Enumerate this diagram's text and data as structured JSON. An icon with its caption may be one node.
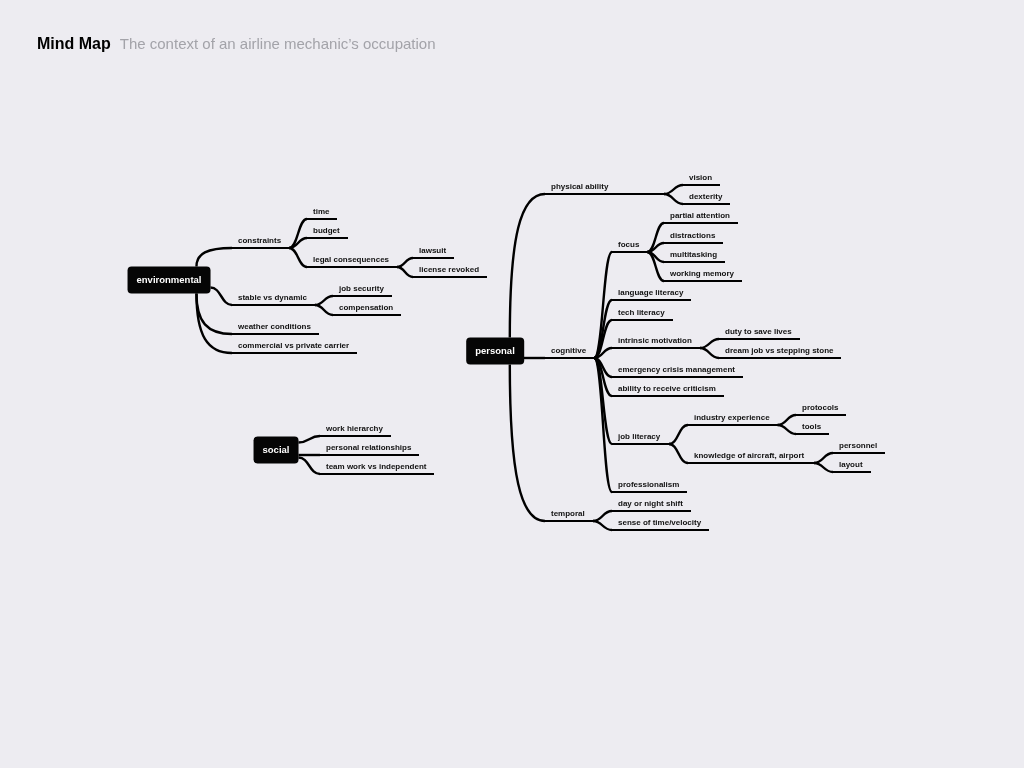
{
  "diagram": {
    "title": "Mind Map",
    "caption": "The context of an airline mechanic’s occupation",
    "nodes": [
      {
        "text": [
          "environmental"
        ]
      },
      {
        "text": [
          "constraints"
        ]
      },
      {
        "text": [
          "time"
        ]
      },
      {
        "text": [
          "budget"
        ]
      },
      {
        "text": [
          "legal consequences"
        ]
      },
      {
        "text": [
          "lawsuit"
        ]
      },
      {
        "text": [
          "license revoked"
        ]
      },
      {
        "text": [
          "stable vs dynamic"
        ]
      },
      {
        "text": [
          "job security"
        ]
      },
      {
        "text": [
          "compensation"
        ]
      },
      {
        "text": [
          "weather conditions"
        ]
      },
      {
        "text": [
          "commercial vs private carrier"
        ]
      },
      {
        "text": [
          "social"
        ]
      },
      {
        "text": [
          "work hierarchy"
        ]
      },
      {
        "text": [
          "personal relationships"
        ]
      },
      {
        "text": [
          "team work vs independent"
        ]
      },
      {
        "text": [
          "personal"
        ]
      },
      {
        "text": [
          "physical ability"
        ]
      },
      {
        "text": [
          "vision"
        ]
      },
      {
        "text": [
          "dexterity"
        ]
      },
      {
        "text": [
          "cognitive"
        ]
      },
      {
        "text": [
          "focus"
        ]
      },
      {
        "text": [
          "partial attention"
        ]
      },
      {
        "text": [
          "distractions"
        ]
      },
      {
        "text": [
          "multitasking"
        ]
      },
      {
        "text": [
          "working memory"
        ]
      },
      {
        "text": [
          "language literacy"
        ]
      },
      {
        "text": [
          "tech literacy"
        ]
      },
      {
        "text": [
          "intrinsic motivation"
        ]
      },
      {
        "text": [
          "duty to save lives"
        ]
      },
      {
        "text": [
          "dream job vs stepping stone"
        ]
      },
      {
        "text": [
          "emergency crisis management"
        ]
      },
      {
        "text": [
          "ability to receive criticism"
        ]
      },
      {
        "text": [
          "job literacy"
        ]
      },
      {
        "text": [
          "industry experience"
        ]
      },
      {
        "text": [
          "protocols"
        ]
      },
      {
        "text": [
          "tools"
        ]
      },
      {
        "text": [
          "knowledge of aircraft, airport"
        ]
      },
      {
        "text": [
          "personnel"
        ]
      },
      {
        "text": [
          "layout"
        ]
      },
      {
        "text": [
          "professionalism"
        ]
      },
      {
        "text": [
          "temporal"
        ]
      },
      {
        "text": [
          "day or night shift"
        ]
      },
      {
        "text": [
          "sense of time/velocity"
        ]
      }
    ],
    "edges": [
      {
        "from": 0,
        "to": 1,
        "arrow": "none"
      },
      {
        "from": 1,
        "to": 2,
        "arrow": "none"
      },
      {
        "from": 1,
        "to": 3,
        "arrow": "none"
      },
      {
        "from": 1,
        "to": 4,
        "arrow": "none"
      },
      {
        "from": 4,
        "to": 5,
        "arrow": "none"
      },
      {
        "from": 4,
        "to": 6,
        "arrow": "none"
      },
      {
        "from": 0,
        "to": 7,
        "arrow": "none"
      },
      {
        "from": 7,
        "to": 8,
        "arrow": "none"
      },
      {
        "from": 7,
        "to": 9,
        "arrow": "none"
      },
      {
        "from": 0,
        "to": 10,
        "arrow": "none"
      },
      {
        "from": 0,
        "to": 11,
        "arrow": "none"
      },
      {
        "from": 12,
        "to": 13,
        "arrow": "none"
      },
      {
        "from": 12,
        "to": 14,
        "arrow": "none"
      },
      {
        "from": 12,
        "to": 15,
        "arrow": "none"
      },
      {
        "from": 16,
        "to": 17,
        "arrow": "none"
      },
      {
        "from": 17,
        "to": 18,
        "arrow": "none"
      },
      {
        "from": 17,
        "to": 19,
        "arrow": "none"
      },
      {
        "from": 16,
        "to": 20,
        "arrow": "none"
      },
      {
        "from": 20,
        "to": 21,
        "arrow": "none"
      },
      {
        "from": 21,
        "to": 22,
        "arrow": "none"
      },
      {
        "from": 21,
        "to": 23,
        "arrow": "none"
      },
      {
        "from": 21,
        "to": 24,
        "arrow": "none"
      },
      {
        "from": 21,
        "to": 25,
        "arrow": "none"
      },
      {
        "from": 20,
        "to": 26,
        "arrow": "none"
      },
      {
        "from": 20,
        "to": 27,
        "arrow": "none"
      },
      {
        "from": 20,
        "to": 28,
        "arrow": "none"
      },
      {
        "from": 28,
        "to": 29,
        "arrow": "none"
      },
      {
        "from": 28,
        "to": 30,
        "arrow": "none"
      },
      {
        "from": 20,
        "to": 31,
        "arrow": "none"
      },
      {
        "from": 20,
        "to": 32,
        "arrow": "none"
      },
      {
        "from": 20,
        "to": 33,
        "arrow": "none"
      },
      {
        "from": 33,
        "to": 34,
        "arrow": "none"
      },
      {
        "from": 34,
        "to": 35,
        "arrow": "none"
      },
      {
        "from": 34,
        "to": 36,
        "arrow": "none"
      },
      {
        "from": 33,
        "to": 37,
        "arrow": "none"
      },
      {
        "from": 37,
        "to": 38,
        "arrow": "none"
      },
      {
        "from": 37,
        "to": 39,
        "arrow": "none"
      },
      {
        "from": 20,
        "to": 40,
        "arrow": "none"
      },
      {
        "from": 16,
        "to": 41,
        "arrow": "none"
      },
      {
        "from": 41,
        "to": 42,
        "arrow": "none"
      },
      {
        "from": 41,
        "to": 43,
        "arrow": "none"
      }
    ]
  }
}
